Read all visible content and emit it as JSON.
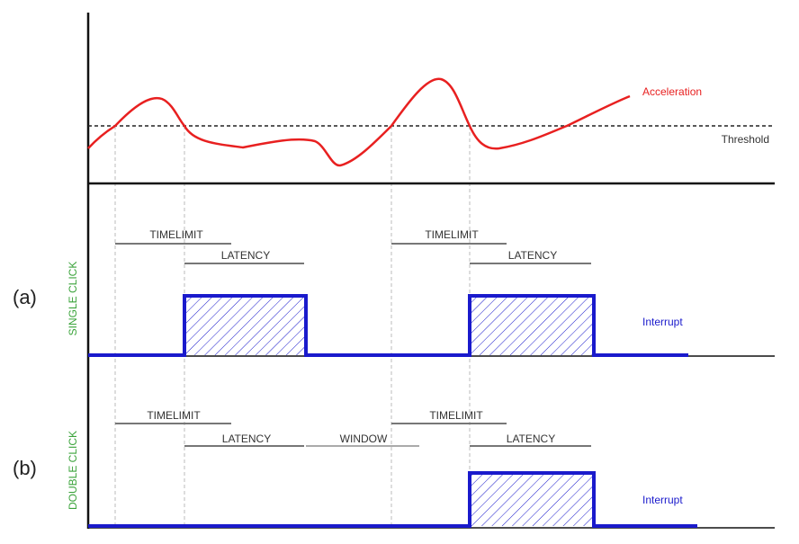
{
  "labels": {
    "acceleration": "Acceleration",
    "threshold": "Threshold",
    "panel_a": "(a)",
    "panel_b": "(b)",
    "single_click": "SINGLE CLICK",
    "double_click": "DOUBLE CLICK",
    "interrupt_a": "Interrupt",
    "interrupt_b": "Interrupt"
  },
  "single": {
    "timelimit1": "TIMELIMIT",
    "latency1": "LATENCY",
    "timelimit2": "TIMELIMIT",
    "latency2": "LATENCY"
  },
  "double": {
    "timelimit1": "TIMELIMIT",
    "latency1": "LATENCY",
    "window": "WINDOW",
    "timelimit2": "TIMELIMIT",
    "latency2": "LATENCY"
  },
  "colors": {
    "acceleration": "#e82020",
    "interrupt": "#1a1acc",
    "mode_label": "#3aa33a"
  }
}
